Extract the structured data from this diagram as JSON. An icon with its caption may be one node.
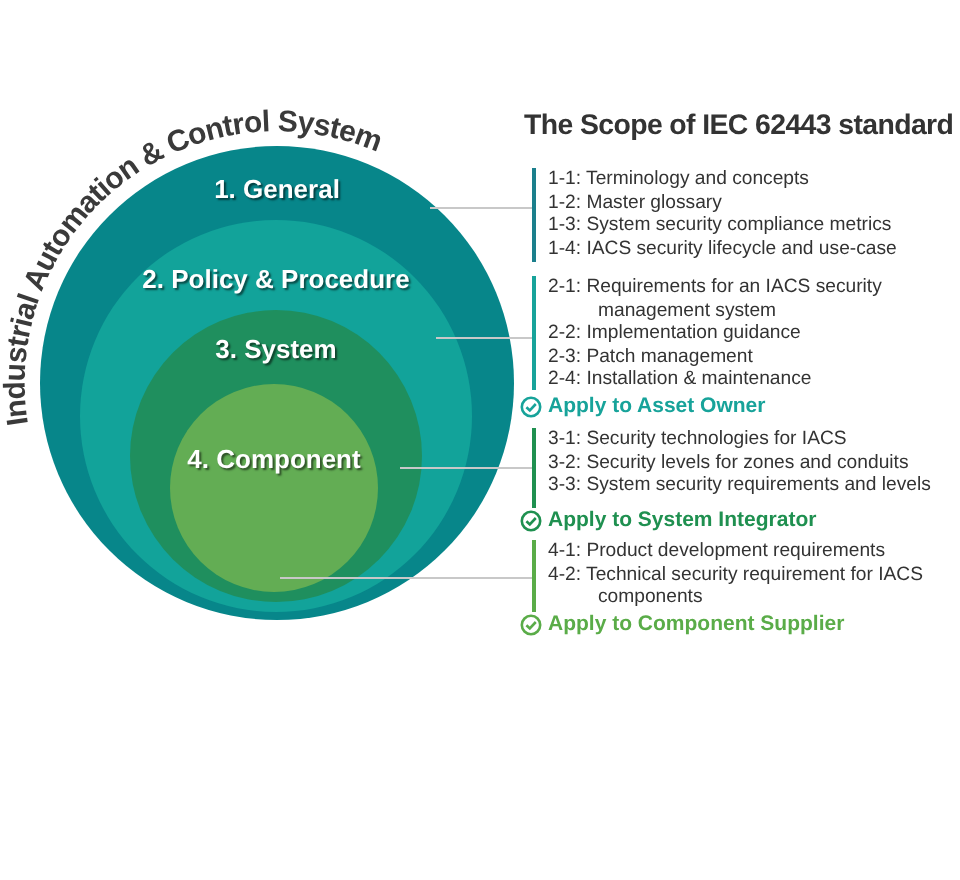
{
  "diagram": {
    "title": "The Scope of IEC 62443 standard",
    "nodes": [
      {
        "text": [
          "1. General"
        ]
      },
      {
        "text": [
          "2. Policy & Procedure"
        ],
        "in": 0
      },
      {
        "text": [
          "3. System"
        ],
        "in": 1
      },
      {
        "text": [
          "4. Component"
        ],
        "in": 2
      },
      {
        "text": [
          "1-1: Terminology and concepts",
          "1-2: Master glossary",
          "1-3: System security compliance metrics",
          "1-4: IACS security lifecycle and use-case"
        ]
      },
      {
        "text": [
          "2-1: Requirements for an IACS security management system",
          "2-2: Implementation guidance",
          "2-3: Patch management",
          "2-4: Installation & maintenance",
          "Apply to Asset Owner"
        ]
      },
      {
        "text": [
          "3-1: Security technologies for IACS",
          "3-2: Security levels for zones and conduits",
          "3-3: System security requirements and levels",
          "Apply to System Integrator"
        ]
      },
      {
        "text": [
          "4-1: Product development requirements",
          "4-2: Technical security requirement for IACS components",
          "Apply to Component Supplier"
        ]
      }
    ],
    "edges": [
      {
        "from": 0,
        "to": 4,
        "arrow": "none",
        "color": "#c8c8c8"
      },
      {
        "from": 1,
        "to": 5,
        "arrow": "none",
        "color": "#c8c8c8"
      },
      {
        "from": 2,
        "to": 6,
        "arrow": "none",
        "color": "#c8c8c8"
      },
      {
        "from": 3,
        "to": 7,
        "arrow": "none",
        "color": "#c8c8c8"
      }
    ],
    "labels": [
      "Industrial Automation & Control System"
    ]
  }
}
